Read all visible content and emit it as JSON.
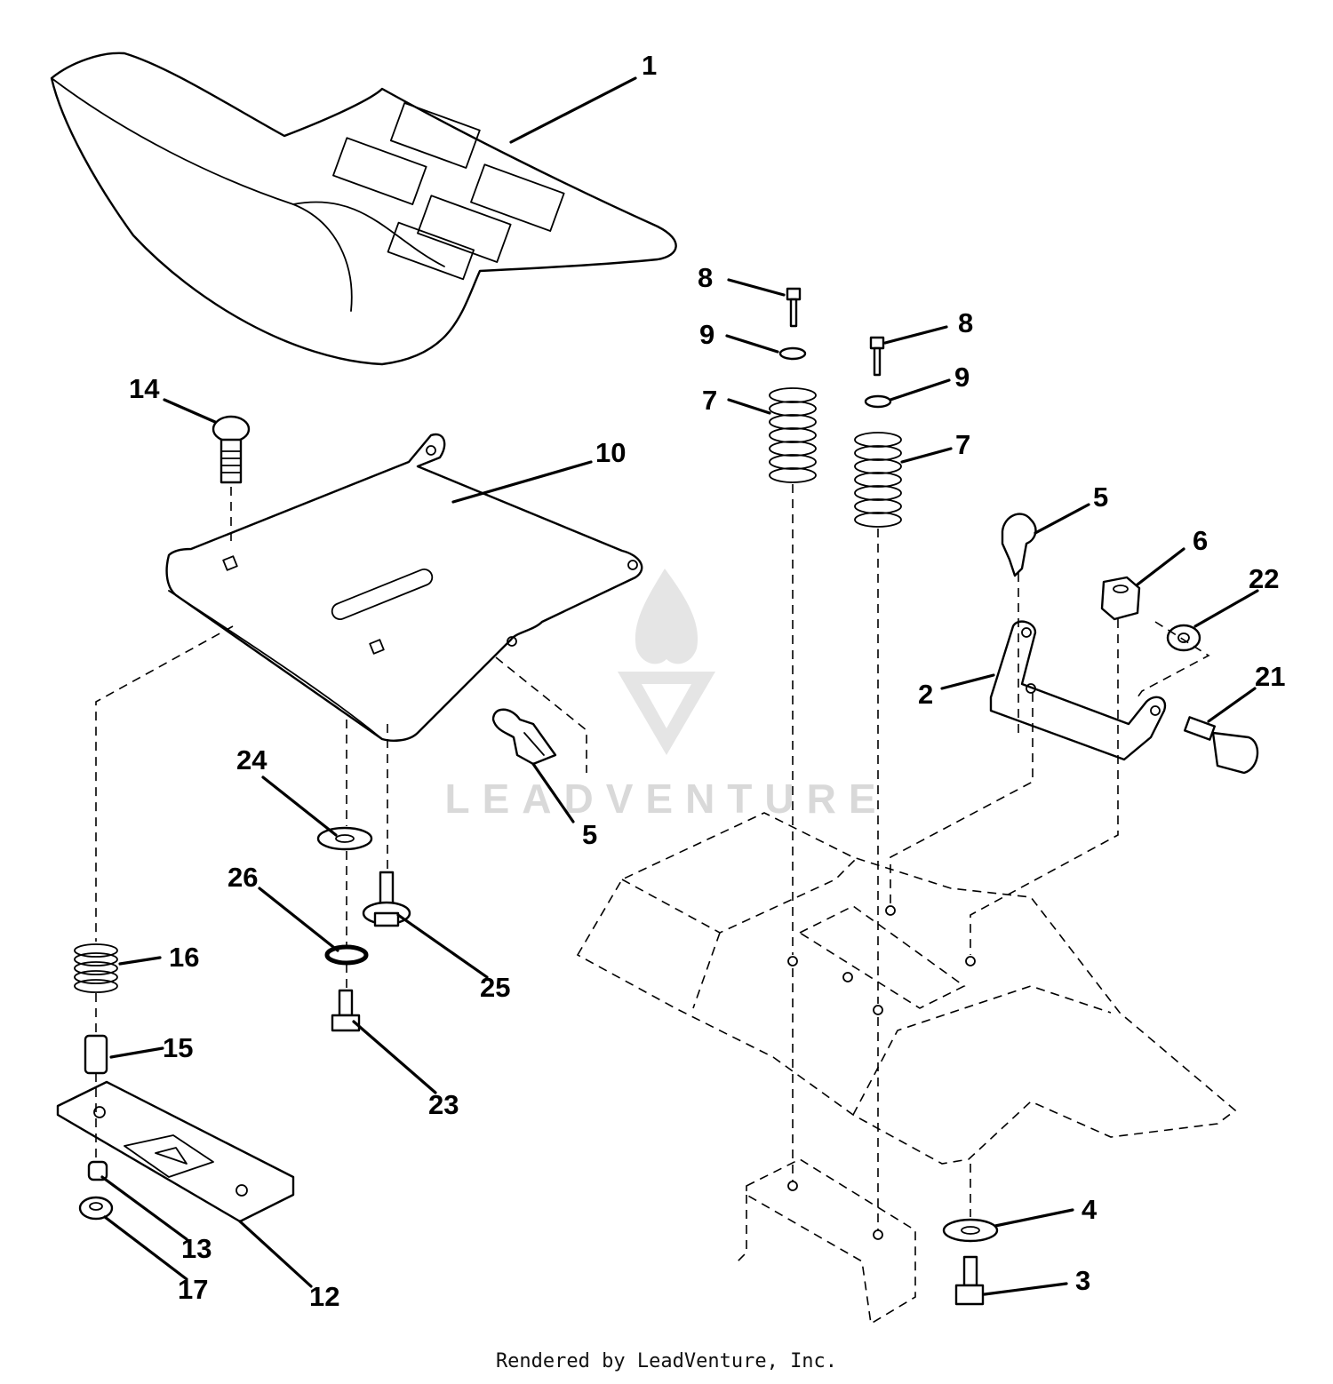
{
  "watermark": {
    "brand": "LEADVENTURE"
  },
  "footer": {
    "credit": "Rendered by LeadVenture, Inc."
  },
  "callouts": {
    "c1": "1",
    "c2": "2",
    "c3": "3",
    "c4": "4",
    "c5a": "5",
    "c5b": "5",
    "c6": "6",
    "c7a": "7",
    "c7b": "7",
    "c8a": "8",
    "c8b": "8",
    "c9a": "9",
    "c9b": "9",
    "c10": "10",
    "c12": "12",
    "c13": "13",
    "c14": "14",
    "c15": "15",
    "c16": "16",
    "c17": "17",
    "c21": "21",
    "c22": "22",
    "c23": "23",
    "c24": "24",
    "c25": "25",
    "c26": "26"
  }
}
